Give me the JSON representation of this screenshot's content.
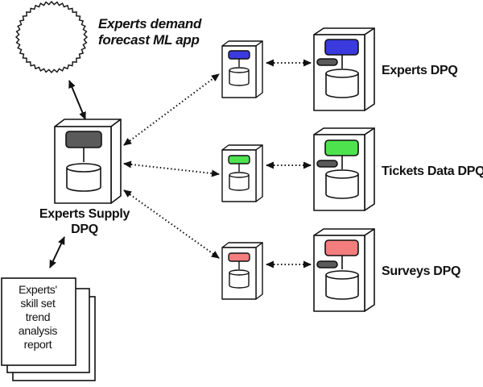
{
  "nodes": {
    "ml_app": {
      "label_line1": "Experts demand",
      "label_line2": "forecast ML app"
    },
    "supply": {
      "label_line1": "Experts Supply",
      "label_line2": "DPQ"
    },
    "report": {
      "lines": [
        "Experts'",
        "skill set",
        "trend",
        "analysis",
        "report"
      ]
    },
    "dpqs": [
      {
        "label": "Experts DPQ",
        "color": "#3a3adf"
      },
      {
        "label": "Tickets Data DPQ",
        "color": "#4ee34e"
      },
      {
        "label": "Surveys DPQ",
        "color": "#f47d7d"
      }
    ]
  },
  "colors": {
    "stroke": "#111111",
    "fill": "#ffffff",
    "dark_node": "#5a5a5a",
    "small_tab": "#6b6b6b"
  },
  "icons": {
    "ml_app": "starburst-icon",
    "container": "container-icon",
    "database": "database-icon",
    "report": "document-stack-icon"
  }
}
